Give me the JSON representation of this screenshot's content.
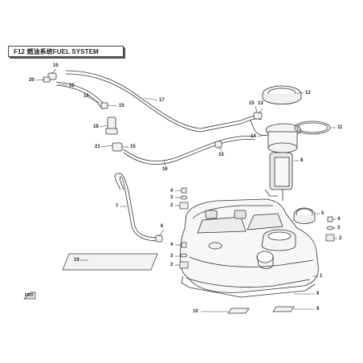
{
  "title": "F12 燃油系统FUEL SYSTEM",
  "front_badge": "FRO",
  "callouts": [
    {
      "id": "15a",
      "label": "15"
    },
    {
      "id": "20",
      "label": "20"
    },
    {
      "id": "15b",
      "label": "15"
    },
    {
      "id": "16a",
      "label": "16"
    },
    {
      "id": "15c",
      "label": "15"
    },
    {
      "id": "18",
      "label": "18"
    },
    {
      "id": "17",
      "label": "17"
    },
    {
      "id": "21",
      "label": "21"
    },
    {
      "id": "15d",
      "label": "15"
    },
    {
      "id": "16b",
      "label": "16"
    },
    {
      "id": "15e",
      "label": "15"
    },
    {
      "id": "15f",
      "label": "15"
    },
    {
      "id": "13",
      "label": "13"
    },
    {
      "id": "14",
      "label": "14"
    },
    {
      "id": "12",
      "label": "12"
    },
    {
      "id": "11",
      "label": "11"
    },
    {
      "id": "8",
      "label": "8"
    },
    {
      "id": "7",
      "label": "7"
    },
    {
      "id": "4a",
      "label": "4"
    },
    {
      "id": "3a",
      "label": "3"
    },
    {
      "id": "2a",
      "label": "2"
    },
    {
      "id": "6",
      "label": "6"
    },
    {
      "id": "5",
      "label": "5"
    },
    {
      "id": "4b",
      "label": "4"
    },
    {
      "id": "3b",
      "label": "3"
    },
    {
      "id": "2b",
      "label": "2"
    },
    {
      "id": "19",
      "label": "19"
    },
    {
      "id": "4c",
      "label": "4"
    },
    {
      "id": "3c",
      "label": "3"
    },
    {
      "id": "2c",
      "label": "2"
    },
    {
      "id": "1",
      "label": "1"
    },
    {
      "id": "9a",
      "label": "9"
    },
    {
      "id": "10",
      "label": "10"
    },
    {
      "id": "9b",
      "label": "9"
    }
  ]
}
